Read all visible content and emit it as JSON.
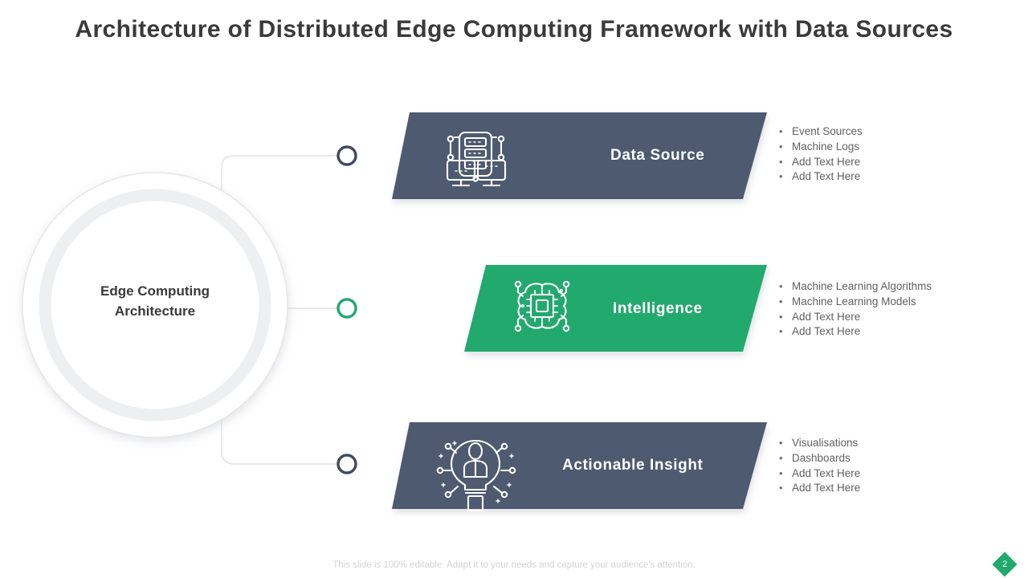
{
  "title": "Architecture of Distributed Edge Computing Framework with Data Sources",
  "hub": {
    "line1": "Edge Computing",
    "line2": "Architecture"
  },
  "colors": {
    "slate": "#4e5a70",
    "green": "#22a96e",
    "title_text": "#3a3a3c",
    "bullet_text": "#5f6062",
    "ring_outer": "#e4e5e7",
    "ring_inner": "#eeeff0",
    "connector": "#e0e1e3",
    "footer_text": "#d2d3d5"
  },
  "stages": [
    {
      "label": "Data Source",
      "color": "#4e5a70",
      "icon": "server-rack-icon",
      "node_color": "#3f4a5e",
      "bullets": [
        "Event Sources",
        "Machine Logs",
        "Add Text Here",
        "Add Text Here"
      ]
    },
    {
      "label": "Intelligence",
      "color": "#22a96e",
      "icon": "brain-chip-icon",
      "node_color": "#22a96e",
      "bullets": [
        "Machine Learning Algorithms",
        "Machine Learning Models",
        "Add Text Here",
        "Add Text Here"
      ]
    },
    {
      "label": "Actionable Insight",
      "color": "#4e5a70",
      "icon": "lightbulb-person-icon",
      "node_color": "#3f4a5e",
      "bullets": [
        "Visualisations",
        "Dashboards",
        "Add Text Here",
        "Add Text Here"
      ]
    }
  ],
  "footer": {
    "note": "This slide is 100% editable. Adapt it to your needs and capture your audience's attention.",
    "page_number": "2"
  }
}
